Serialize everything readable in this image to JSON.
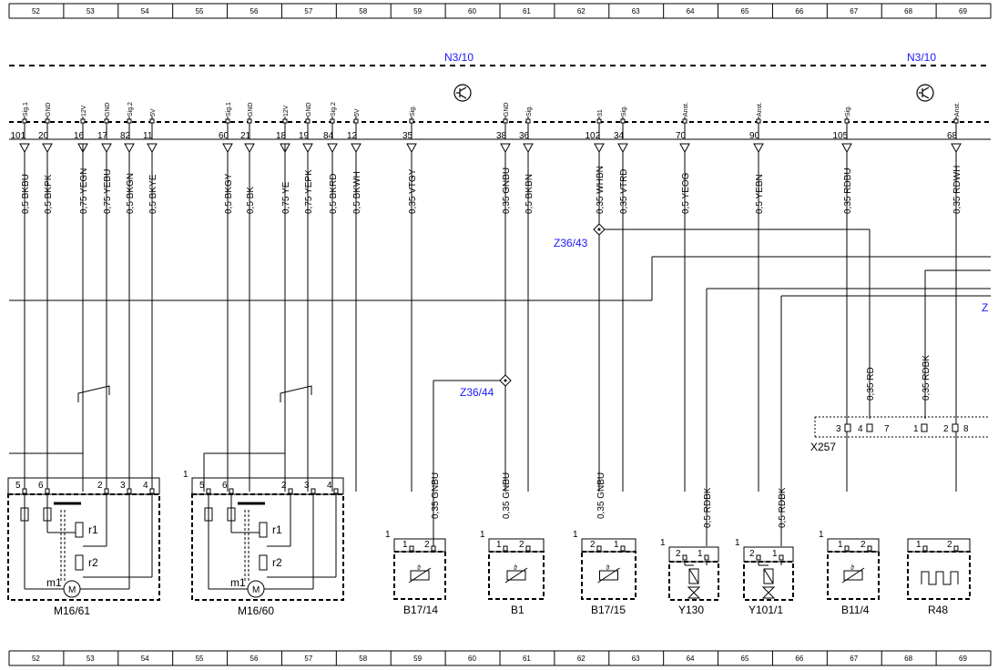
{
  "ruler": [
    "52",
    "53",
    "54",
    "55",
    "56",
    "57",
    "58",
    "59",
    "60",
    "61",
    "62",
    "63",
    "64",
    "65",
    "66",
    "67",
    "68",
    "69"
  ],
  "ecu": [
    {
      "label": "N3/10"
    },
    {
      "label": "N3/10"
    }
  ],
  "ecu_pins": [
    {
      "num": "101",
      "sig": "Sig.1",
      "wire": "0,5 BKBU"
    },
    {
      "num": "20",
      "sig": "GND",
      "wire": "0,5 BKPK"
    },
    {
      "num": "16",
      "sig": "12V",
      "wire": "0,75 YEGN"
    },
    {
      "num": "17",
      "sig": "GND",
      "wire": "0,75 YEBU"
    },
    {
      "num": "82",
      "sig": "Sig.2",
      "wire": "0,5 BKGN"
    },
    {
      "num": "11",
      "sig": "5V",
      "wire": "0,5 BKYE"
    },
    {
      "num": "60",
      "sig": "Sig.1",
      "wire": "0,5 BKGY"
    },
    {
      "num": "21",
      "sig": "GND",
      "wire": "0,5 BK"
    },
    {
      "num": "18",
      "sig": "12V",
      "wire": "0,75 YE"
    },
    {
      "num": "19",
      "sig": "GND",
      "wire": "0,75 YEPK"
    },
    {
      "num": "84",
      "sig": "Sig.2",
      "wire": "0,5 BKRD"
    },
    {
      "num": "12",
      "sig": "5V",
      "wire": "0,5 BKWH"
    },
    {
      "num": "35",
      "sig": "Sig.",
      "wire": "0,35 VTGY"
    },
    {
      "num": "38",
      "sig": "GND",
      "wire": "0,35 GNBU"
    },
    {
      "num": "36",
      "sig": "Sig.",
      "wire": "0,5 BKBN"
    },
    {
      "num": "102",
      "sig": "31",
      "wire": "0,35 WHBN"
    },
    {
      "num": "34",
      "sig": "Sig.",
      "wire": "0,35 VTRD"
    },
    {
      "num": "70",
      "sig": "Anst.",
      "wire": "0,5 YEOG"
    },
    {
      "num": "90",
      "sig": "Anst.",
      "wire": "0,5 YEBN"
    },
    {
      "num": "105",
      "sig": "Sig.",
      "wire": "0,35 RDBU"
    },
    {
      "num": "68",
      "sig": "Anst.",
      "wire": "0,35 RDWH"
    }
  ],
  "splices": [
    {
      "label": "Z36/43"
    },
    {
      "label": "Z36/44"
    }
  ],
  "wires_lower": [
    {
      "text": "0,35 GNBU"
    },
    {
      "text": "0,35 GNBU"
    },
    {
      "text": "0,35 GNBU"
    },
    {
      "text": "0,5 RDBK"
    },
    {
      "text": "0,5 RDBK"
    },
    {
      "text": "0,35 RD"
    },
    {
      "text": "0,35 RDBK"
    }
  ],
  "connector_x257": {
    "label": "X257",
    "pins": [
      "3",
      "4",
      "7",
      "1",
      "2",
      "8"
    ]
  },
  "edge_label": "Z",
  "components": [
    {
      "label": "M16/61",
      "pins": [
        "5",
        "6",
        "2",
        "3",
        "4"
      ],
      "parts": [
        "m1",
        "r1",
        "r2",
        "M"
      ]
    },
    {
      "label": "M16/60",
      "pins": [
        "1",
        "5",
        "6",
        "2",
        "3",
        "4"
      ],
      "parts": [
        "m1",
        "r1",
        "r2",
        "M"
      ]
    },
    {
      "label": "B17/14",
      "pins": [
        "1",
        "1",
        "2"
      ]
    },
    {
      "label": "B1",
      "pins": [
        "1",
        "1",
        "2"
      ]
    },
    {
      "label": "B17/15",
      "pins": [
        "1",
        "2",
        "1"
      ]
    },
    {
      "label": "Y130",
      "pins": [
        "1",
        "2",
        "1"
      ]
    },
    {
      "label": "Y101/1",
      "pins": [
        "1",
        "2",
        "1"
      ]
    },
    {
      "label": "B11/4",
      "pins": [
        "1",
        "1",
        "2"
      ]
    },
    {
      "label": "R48",
      "pins": [
        "1",
        "2"
      ]
    }
  ]
}
